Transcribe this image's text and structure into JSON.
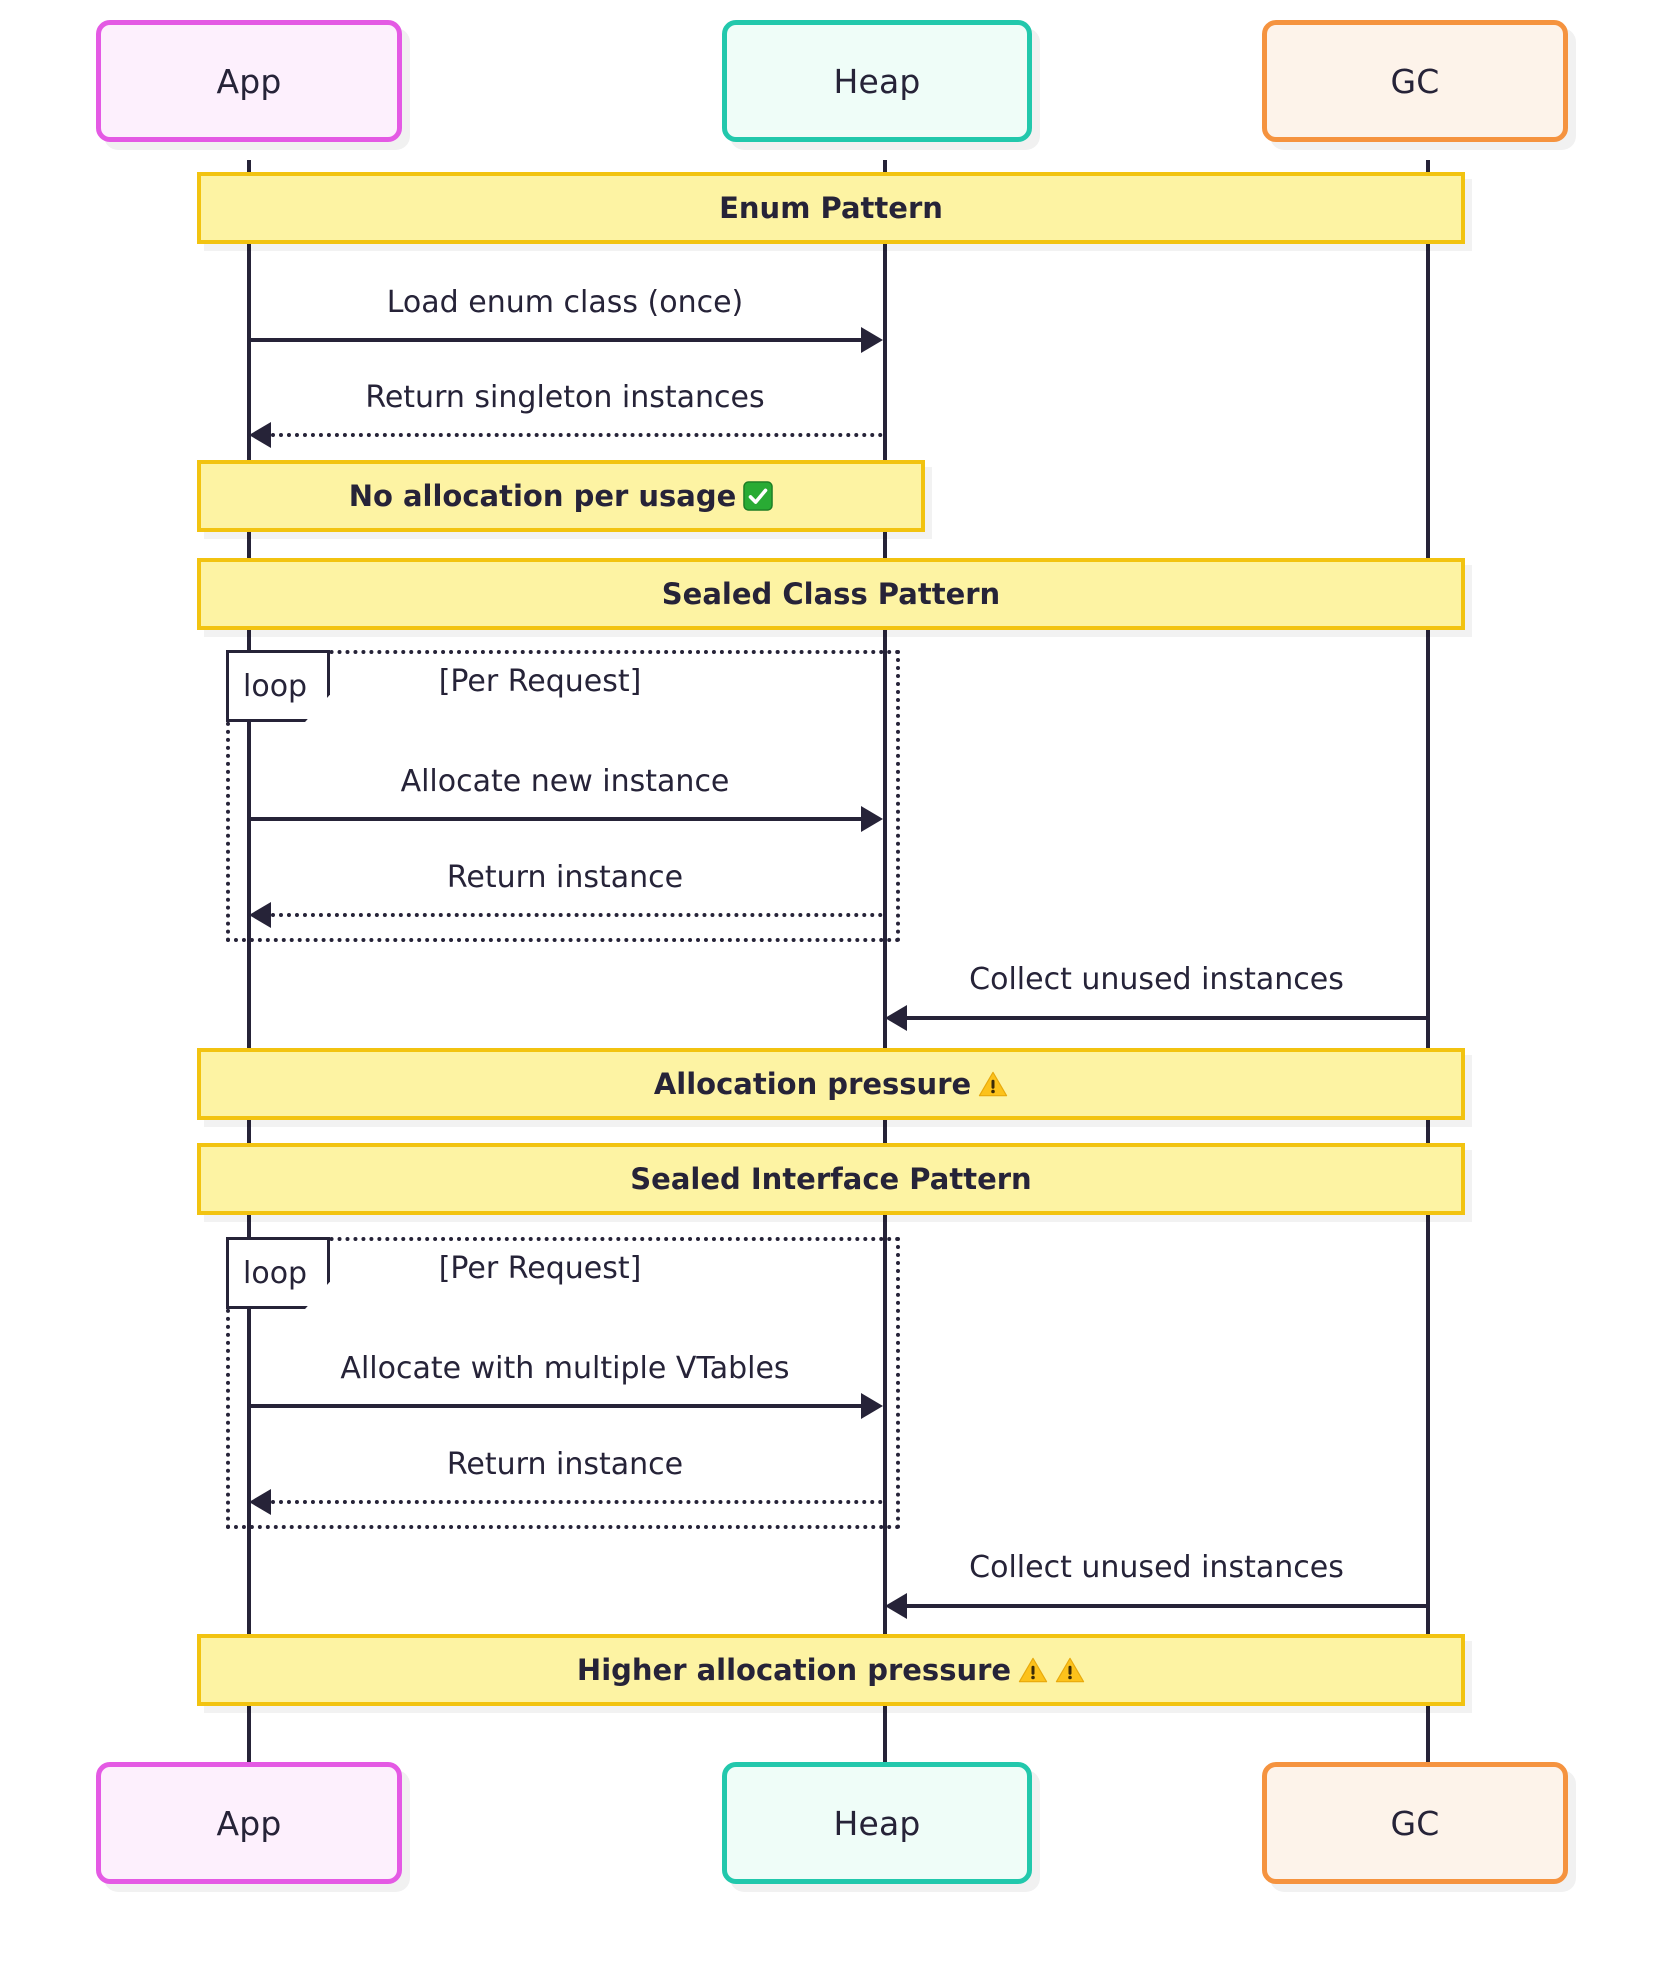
{
  "diagram": {
    "type": "sequence-diagram",
    "background": "#ffffff",
    "colors": {
      "text": "#262338",
      "note_fill": "#fdf3a3",
      "note_border": "#f2c310",
      "app_fill": "#fdf0fd",
      "app_border": "#e45ae4",
      "heap_fill": "#effdf8",
      "heap_border": "#22c8ac",
      "gc_fill": "#fdf3ea",
      "gc_border": "#f5933f",
      "line": "#262338"
    }
  },
  "participants": {
    "top": [
      {
        "id": "app",
        "label": "App"
      },
      {
        "id": "heap",
        "label": "Heap"
      },
      {
        "id": "gc",
        "label": "GC"
      }
    ],
    "bottom": [
      {
        "id": "app",
        "label": "App"
      },
      {
        "id": "heap",
        "label": "Heap"
      },
      {
        "id": "gc",
        "label": "GC"
      }
    ]
  },
  "notes": [
    {
      "id": "note-enum-pattern",
      "text": "Enum Pattern",
      "emoji": "none",
      "span": "full"
    },
    {
      "id": "note-no-allocation",
      "text": "No allocation per usage",
      "emoji": "check",
      "span": "app-heap"
    },
    {
      "id": "note-sealed-class",
      "text": "Sealed Class Pattern",
      "emoji": "none",
      "span": "full"
    },
    {
      "id": "note-allocation-pressure",
      "text": "Allocation pressure",
      "emoji": "warning",
      "span": "full"
    },
    {
      "id": "note-sealed-interface",
      "text": "Sealed Interface Pattern",
      "emoji": "none",
      "span": "full"
    },
    {
      "id": "note-higher-pressure",
      "text": "Higher allocation pressure",
      "emoji": "warning-double",
      "span": "full"
    }
  ],
  "messages": [
    {
      "id": "msg-load-enum",
      "text": "Load enum class (once)",
      "from": "app",
      "to": "heap",
      "style": "solid",
      "direction": "right"
    },
    {
      "id": "msg-return-singleton",
      "text": "Return singleton instances",
      "from": "heap",
      "to": "app",
      "style": "dotted",
      "direction": "left"
    },
    {
      "id": "msg-allocate-new",
      "text": "Allocate new instance",
      "from": "app",
      "to": "heap",
      "style": "solid",
      "direction": "right"
    },
    {
      "id": "msg-return-instance-1",
      "text": "Return instance",
      "from": "heap",
      "to": "app",
      "style": "dotted",
      "direction": "left"
    },
    {
      "id": "msg-collect-1",
      "text": "Collect unused instances",
      "from": "gc",
      "to": "heap",
      "style": "solid",
      "direction": "left"
    },
    {
      "id": "msg-allocate-vtables",
      "text": "Allocate with multiple VTables",
      "from": "app",
      "to": "heap",
      "style": "solid",
      "direction": "right"
    },
    {
      "id": "msg-return-instance-2",
      "text": "Return instance",
      "from": "heap",
      "to": "app",
      "style": "dotted",
      "direction": "left"
    },
    {
      "id": "msg-collect-2",
      "text": "Collect unused instances",
      "from": "gc",
      "to": "heap",
      "style": "solid",
      "direction": "left"
    }
  ],
  "fragments": [
    {
      "id": "loop-sealed-class",
      "keyword": "loop",
      "condition": "[Per Request]"
    },
    {
      "id": "loop-sealed-interface",
      "keyword": "loop",
      "condition": "[Per Request]"
    }
  ]
}
